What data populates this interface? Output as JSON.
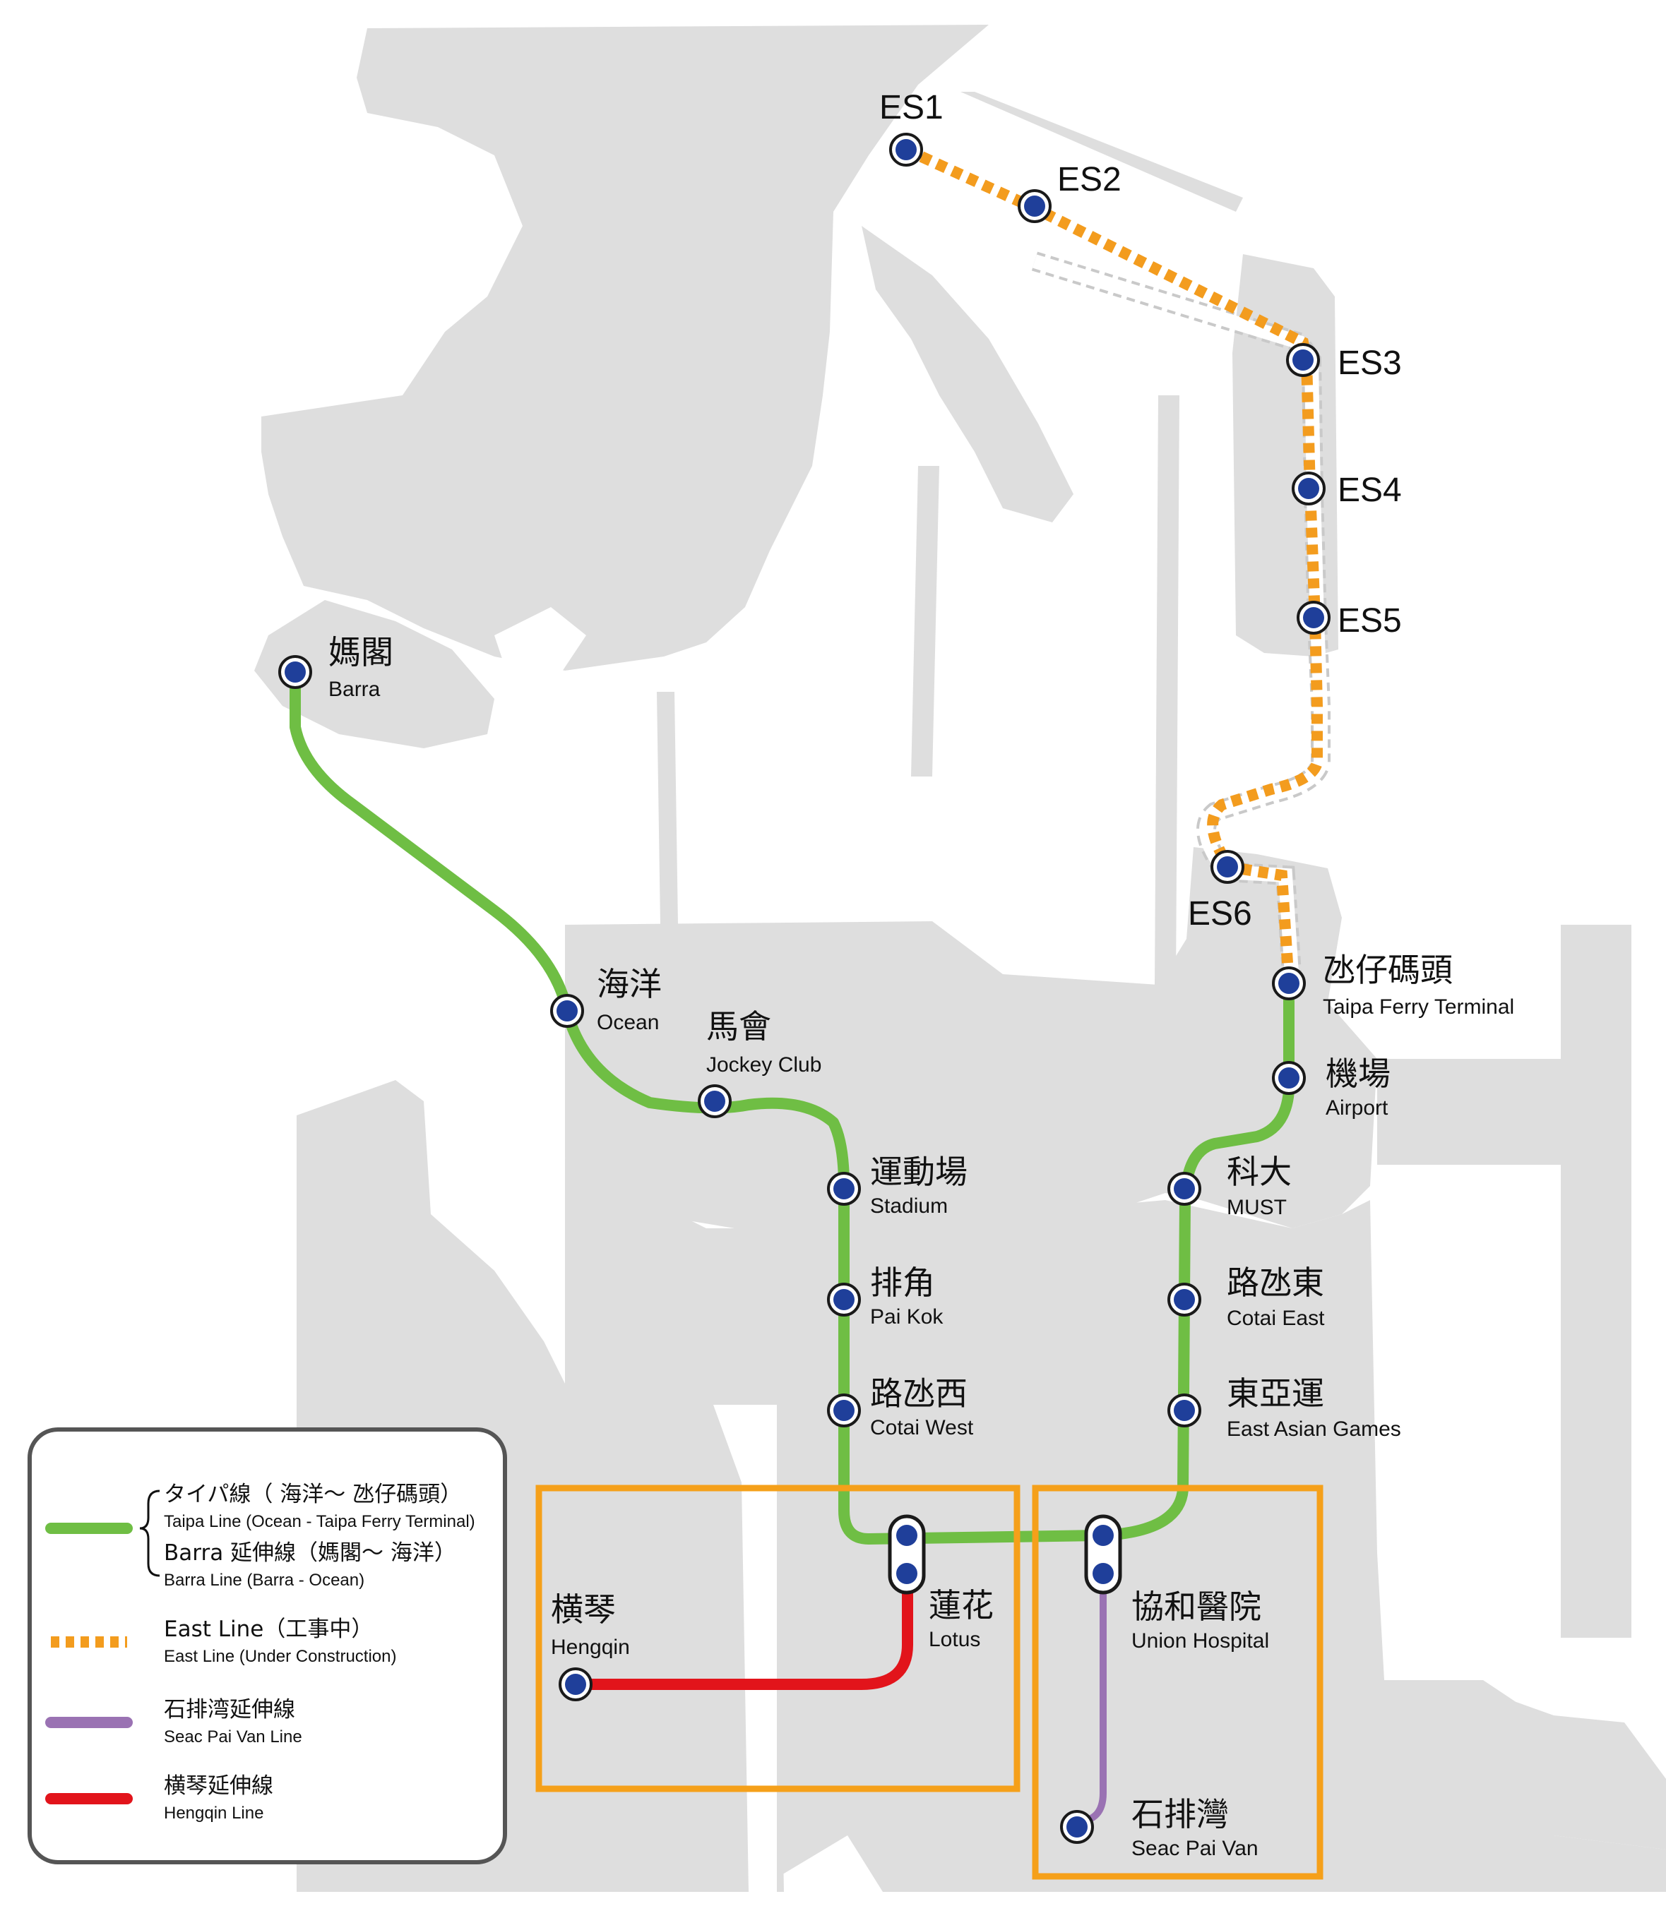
{
  "colors": {
    "land": "#dedede",
    "water": "#ffffff",
    "taipa_line": "#6fbe44",
    "east_line": "#f39c1e",
    "seac_pai_van_line": "#9a72b3",
    "hengqin_line": "#e2141b",
    "station_fill": "#1f3f9a",
    "station_ring": "#ffffff",
    "highlight_box": "#f5a01a",
    "legend_border": "#555555"
  },
  "stations": {
    "barra": {
      "zh": "媽閣",
      "en": "Barra"
    },
    "ocean": {
      "zh": "海洋",
      "en": "Ocean"
    },
    "jockey_club": {
      "zh": "馬會",
      "en": "Jockey Club"
    },
    "stadium": {
      "zh": "運動場",
      "en": "Stadium"
    },
    "pai_kok": {
      "zh": "排角",
      "en": "Pai Kok"
    },
    "cotai_west": {
      "zh": "路氹西",
      "en": "Cotai West"
    },
    "lotus": {
      "zh": "蓮花",
      "en": "Lotus"
    },
    "hengqin": {
      "zh": "横琴",
      "en": "Hengqin"
    },
    "union_hospital": {
      "zh": "協和醫院",
      "en": "Union Hospital"
    },
    "seac_pai_van": {
      "zh": "石排灣",
      "en": "Seac Pai Van"
    },
    "east_asian_games": {
      "zh": "東亞運",
      "en": "East Asian Games"
    },
    "cotai_east": {
      "zh": "路氹東",
      "en": "Cotai East"
    },
    "must": {
      "zh": "科大",
      "en": "MUST"
    },
    "airport": {
      "zh": "機場",
      "en": "Airport"
    },
    "taipa_ferry_terminal": {
      "zh": "氹仔碼頭",
      "en": "Taipa Ferry Terminal"
    },
    "es1": "ES1",
    "es2": "ES2",
    "es3": "ES3",
    "es4": "ES4",
    "es5": "ES5",
    "es6": "ES6"
  },
  "legend": {
    "taipa_zh": "タイパ線（ 海洋～ 氹仔碼頭）",
    "taipa_en": "Taipa Line (Ocean - Taipa Ferry Terminal)",
    "barra_zh": "Barra 延伸線（媽閣～ 海洋）",
    "barra_en": "Barra Line (Barra - Ocean)",
    "east_zh": "East Line（工事中）",
    "east_en": "East Line (Under Construction)",
    "seac_zh": "石排湾延伸線",
    "seac_en": "Seac Pai Van Line",
    "hengqin_zh": "横琴延伸線",
    "hengqin_en": "Hengqin Line"
  }
}
